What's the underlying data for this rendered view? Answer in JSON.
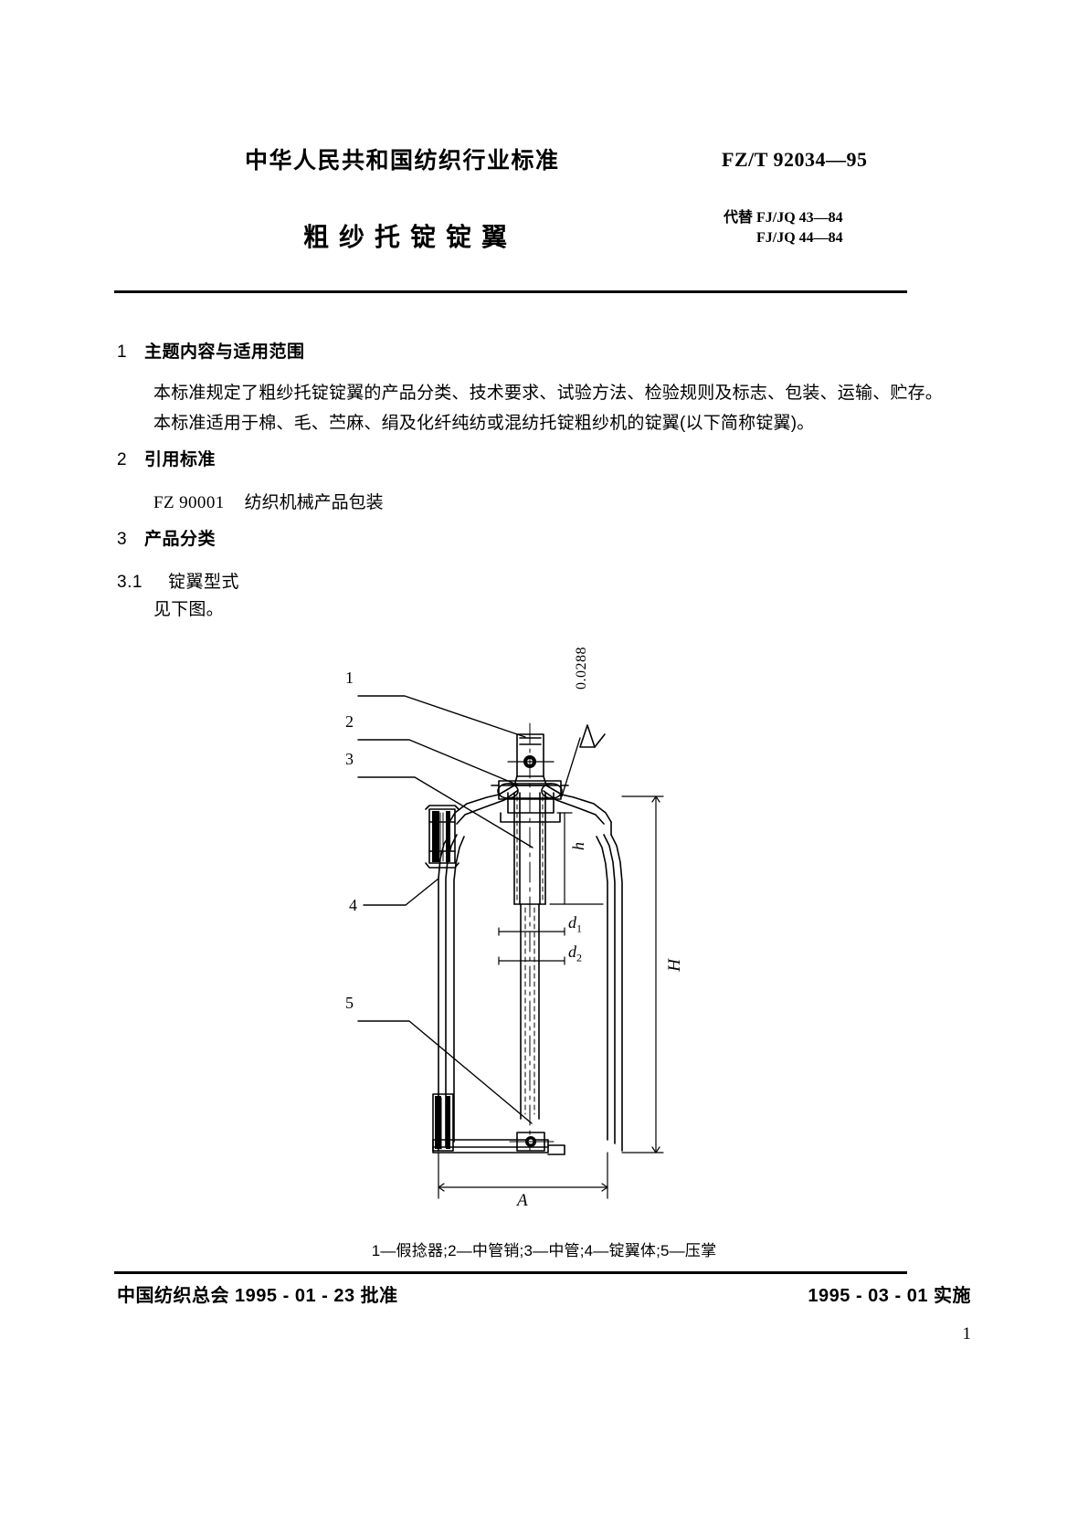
{
  "header": {
    "organization": "中华人民共和国纺织行业标准",
    "standard_code": "FZ/T  92034—95",
    "title": "粗纱托锭锭翼",
    "replaces_label": "代替 FJ/JQ 43—84",
    "replaces_second": "FJ/JQ 44—84"
  },
  "sections": {
    "s1": {
      "number": "1",
      "title": "主题内容与适用范围",
      "para1": "本标准规定了粗纱托锭锭翼的产品分类、技术要求、试验方法、检验规则及标志、包装、运输、贮存。",
      "para2": "本标准适用于棉、毛、苎麻、绢及化纤纯纺或混纺托锭粗纱机的锭翼(以下简称锭翼)。"
    },
    "s2": {
      "number": "2",
      "title": "引用标准",
      "ref_code": "FZ 90001",
      "ref_name": "纺织机械产品包装"
    },
    "s3": {
      "number": "3",
      "title": "产品分类"
    },
    "s31": {
      "number": "3.1",
      "title": "锭翼型式",
      "body": "见下图。"
    }
  },
  "figure": {
    "callouts": [
      "1",
      "2",
      "3",
      "4",
      "5"
    ],
    "surface_finish_value": "0.0288",
    "dimensions": {
      "h": "h",
      "d1": "d",
      "d1_sub": "1",
      "d2": "d",
      "d2_sub": "2",
      "H": "H",
      "A": "A"
    },
    "caption": "1—假捻器;2—中管销;3—中管;4—锭翼体;5—压掌"
  },
  "footer": {
    "approval": "中国纺织总会 1995 - 01 - 23 批准",
    "implementation": "1995 - 03 - 01 实施",
    "page_number": "1"
  }
}
